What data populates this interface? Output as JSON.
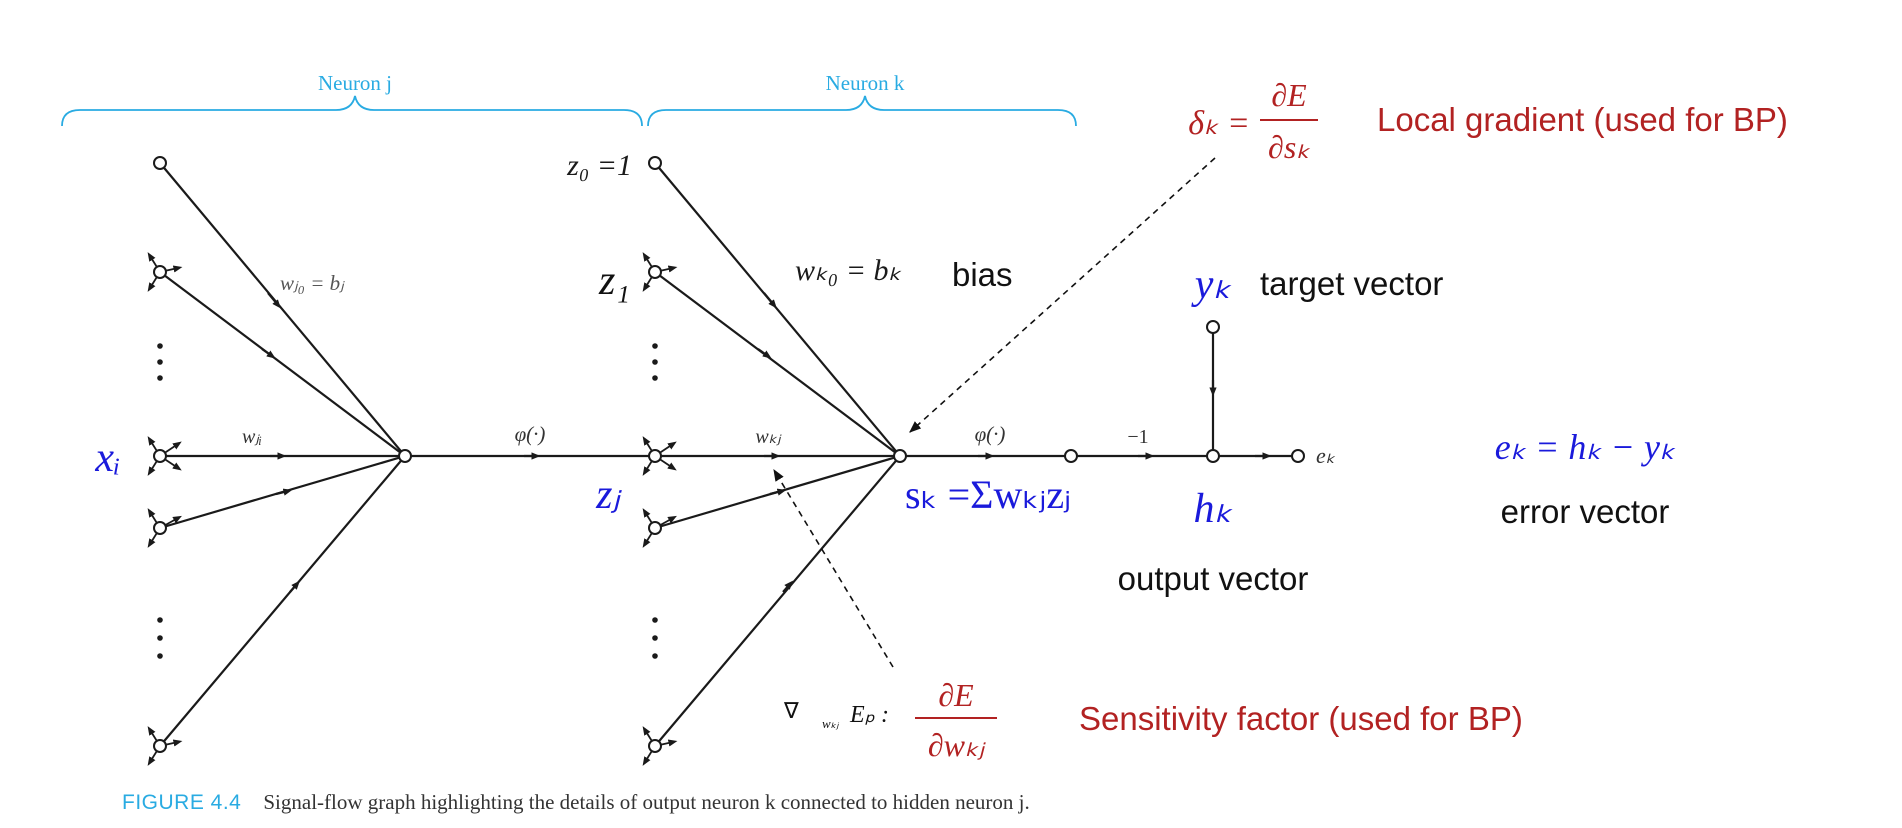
{
  "colors": {
    "graph": "#1a1a1a",
    "brace": "#29abe2",
    "blue": "#1a1adb",
    "red": "#b22222",
    "dashed": "#111111"
  },
  "braces": {
    "neuron_j": "Neuron j",
    "neuron_k": "Neuron k"
  },
  "labels": {
    "z0": "z₀ =1",
    "z1": "z₁",
    "zj": "zⱼ",
    "xi": "xᵢ",
    "wj0": "wⱼ₀ = bⱼ",
    "wji": "wⱼᵢ",
    "phi1": "φ(·)",
    "wkj": "wₖⱼ",
    "phi2": "φ(·)",
    "wk0": "wₖ₀ = bₖ",
    "bias": "bias",
    "minus1": "−1",
    "ek_small": "eₖ",
    "sk": "sₖ =Σwₖⱼzⱼ",
    "hk": "hₖ",
    "output_vector": "output vector",
    "yk": "yₖ",
    "target_vector": "target vector",
    "ek_eq": "eₖ = hₖ − yₖ",
    "error_vector": "error vector",
    "delta_lhs": "δₖ =",
    "delta_num": "∂E",
    "delta_den": "∂sₖ",
    "local_gradient": "Local gradient (used for BP)",
    "grad_prefix": "∇",
    "grad_sub": "wₖⱼ",
    "grad_E": "Eₚ :",
    "sens_num": "∂E",
    "sens_den": "∂wₖⱼ",
    "sensitivity": "Sensitivity factor (used for BP)"
  },
  "caption": {
    "figure": "FIGURE 4.4",
    "text": "Signal-flow graph highlighting the details of output neuron k connected to hidden neuron j."
  }
}
